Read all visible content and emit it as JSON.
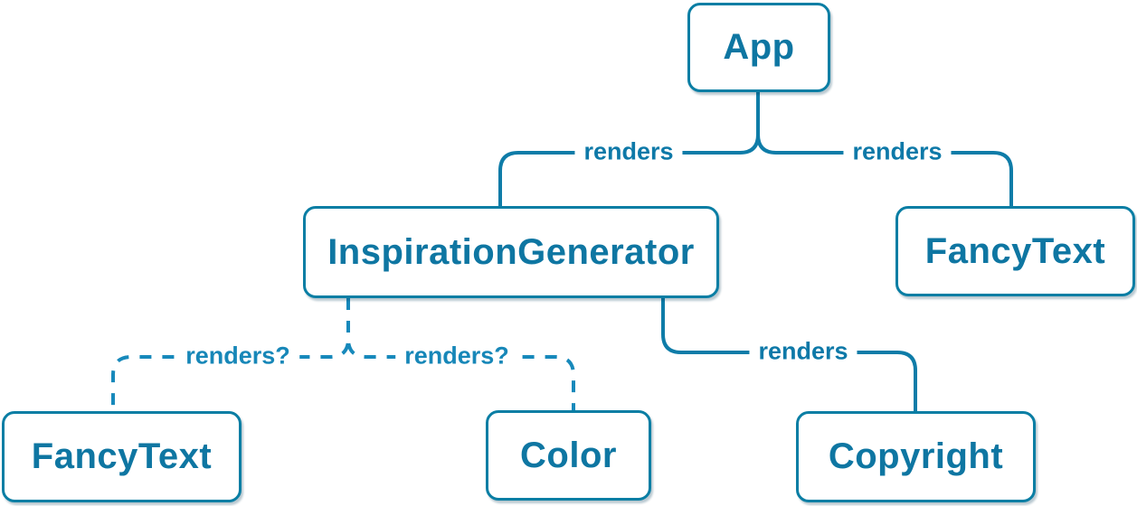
{
  "diagram": {
    "type": "component-tree",
    "description": "React component render tree",
    "colors": {
      "background": "#ffffff",
      "node_border": "#0a7ea4",
      "node_fill": "#ffffff",
      "node_text": "#0e76a2",
      "edge_solid": "#0e7ca8",
      "edge_dashed": "#1789bb",
      "edge_label_solid": "#0e79a8",
      "edge_label_dashed": "#1787b8"
    },
    "nodes": [
      {
        "id": "app",
        "label": "App"
      },
      {
        "id": "inspiration-generator",
        "label": "InspirationGenerator"
      },
      {
        "id": "fancy-text-top",
        "label": "FancyText"
      },
      {
        "id": "fancy-text-bottom",
        "label": "FancyText"
      },
      {
        "id": "color",
        "label": "Color"
      },
      {
        "id": "copyright",
        "label": "Copyright"
      }
    ],
    "edges": [
      {
        "from": "App",
        "to": "InspirationGenerator",
        "label": "renders",
        "style": "solid"
      },
      {
        "from": "App",
        "to": "FancyText",
        "label": "renders",
        "style": "solid"
      },
      {
        "from": "InspirationGenerator",
        "to": "FancyText",
        "label": "renders?",
        "style": "dashed"
      },
      {
        "from": "InspirationGenerator",
        "to": "Color",
        "label": "renders?",
        "style": "dashed"
      },
      {
        "from": "InspirationGenerator",
        "to": "Copyright",
        "label": "renders",
        "style": "solid"
      }
    ]
  }
}
